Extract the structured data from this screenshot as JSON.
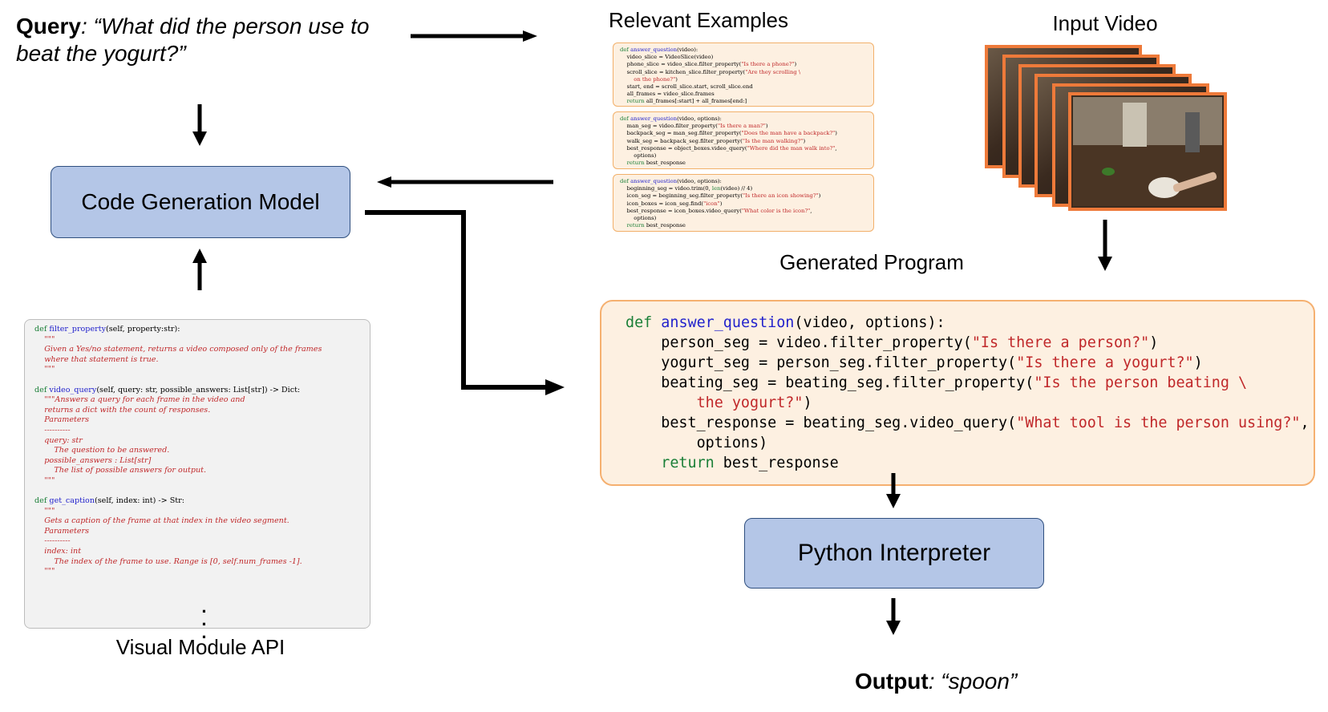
{
  "query": {
    "label": "Query",
    "text": ": “What did the person use to beat the yogurt?”"
  },
  "titles": {
    "relevant_examples": "Relevant Examples",
    "input_video": "Input Video",
    "generated_program": "Generated Program",
    "visual_module_api": "Visual Module API"
  },
  "boxes": {
    "code_generation_model": "Code Generation Model",
    "python_interpreter": "Python Interpreter"
  },
  "output": {
    "label": "Output",
    "value": ": “spoon”"
  },
  "api_code": [
    [
      [
        "kw",
        "def "
      ],
      [
        "fn",
        "filter_property"
      ],
      [
        "",
        "(self, property:str):"
      ]
    ],
    [
      [
        "doc",
        "    \"\"\""
      ]
    ],
    [
      [
        "doc",
        "    Given a Yes/no statement, returns a video composed only of the frames"
      ]
    ],
    [
      [
        "doc",
        "    where that statement is true."
      ]
    ],
    [
      [
        "doc",
        "    \"\"\""
      ]
    ],
    [
      [
        "",
        ""
      ]
    ],
    [
      [
        "kw",
        "def "
      ],
      [
        "fn",
        "video_query"
      ],
      [
        "",
        "(self, query: str, possible_answers: List[str]) -> Dict:"
      ]
    ],
    [
      [
        "doc",
        "    \"\"\"Answers a query for each frame in the video and"
      ]
    ],
    [
      [
        "doc",
        "    returns a dict with the count of responses."
      ]
    ],
    [
      [
        "doc",
        "    Parameters"
      ]
    ],
    [
      [
        "doc",
        "    ----------"
      ]
    ],
    [
      [
        "doc",
        "    query: str"
      ]
    ],
    [
      [
        "doc",
        "        The question to be answered."
      ]
    ],
    [
      [
        "doc",
        "    possible_answers : List[str]"
      ]
    ],
    [
      [
        "doc",
        "        The list of possible answers for output."
      ]
    ],
    [
      [
        "doc",
        "    \"\"\""
      ]
    ],
    [
      [
        "",
        ""
      ]
    ],
    [
      [
        "kw",
        "def "
      ],
      [
        "fn",
        "get_caption"
      ],
      [
        "",
        "(self, index: int) -> Str:"
      ]
    ],
    [
      [
        "doc",
        "    \"\"\""
      ]
    ],
    [
      [
        "doc",
        "    Gets a caption of the frame at that index in the video segment."
      ]
    ],
    [
      [
        "doc",
        "    Parameters"
      ]
    ],
    [
      [
        "doc",
        "    ----------"
      ]
    ],
    [
      [
        "doc",
        "    index: int"
      ]
    ],
    [
      [
        "doc",
        "        The index of the frame to use. Range is [0, self.num_frames -1]."
      ]
    ],
    [
      [
        "doc",
        "    \"\"\""
      ]
    ]
  ],
  "examples": [
    [
      [
        [
          "kw",
          "def "
        ],
        [
          "fn",
          "answer_question"
        ],
        [
          "",
          "(video):"
        ]
      ],
      [
        [
          "",
          "    video_slice = VideoSlice(video)"
        ]
      ],
      [
        [
          "",
          "    phone_slice = video_slice.filter_property("
        ],
        [
          "str",
          "\"Is there a phone?\""
        ],
        [
          "",
          ")"
        ]
      ],
      [
        [
          "",
          "    scroll_slice = kitchen_slice.filter_property("
        ],
        [
          "str",
          "\"Are they scrolling \\"
        ]
      ],
      [
        [
          "str",
          "        on the phone?\""
        ],
        [
          "",
          ")"
        ]
      ],
      [
        [
          "",
          "    start, end = scroll_slice.start, scroll_slice.end"
        ]
      ],
      [
        [
          "",
          "    all_frames = video_slice.frames"
        ]
      ],
      [
        [
          "kw",
          "    return "
        ],
        [
          "",
          "all_frames[:start] + all_frames[end:]"
        ]
      ]
    ],
    [
      [
        [
          "kw",
          "def "
        ],
        [
          "fn",
          "answer_question"
        ],
        [
          "",
          "(video, options):"
        ]
      ],
      [
        [
          "",
          "    man_seg = video.filter_property("
        ],
        [
          "str",
          "\"Is there a man?\""
        ],
        [
          "",
          ")"
        ]
      ],
      [
        [
          "",
          "    backpack_seg = man_seg.filter_property("
        ],
        [
          "str",
          "\"Does the man have a backpack?\""
        ],
        [
          "",
          ")"
        ]
      ],
      [
        [
          "",
          "    walk_seg = backpack_seg.filter_property("
        ],
        [
          "str",
          "\"Is the man walking?\""
        ],
        [
          "",
          ")"
        ]
      ],
      [
        [
          "",
          "    best_response = object_boxes.video_query("
        ],
        [
          "str",
          "\"Where did the man walk into?\""
        ],
        [
          "",
          ","
        ]
      ],
      [
        [
          "",
          "        options)"
        ]
      ],
      [
        [
          "kw",
          "    return "
        ],
        [
          "",
          "best_response"
        ]
      ]
    ],
    [
      [
        [
          "kw",
          "def "
        ],
        [
          "fn",
          "answer_question"
        ],
        [
          "",
          "(video, options):"
        ]
      ],
      [
        [
          "",
          "    beginning_seg = video.trim(0, "
        ],
        [
          "kw",
          "len"
        ],
        [
          "",
          "(video) // 4)"
        ]
      ],
      [
        [
          "",
          "    icon_seg = beginning_seg.filter_property("
        ],
        [
          "str",
          "\"Is there an icon showing?\""
        ],
        [
          "",
          ")"
        ]
      ],
      [
        [
          "",
          "    icon_boxes = icon_seg.find("
        ],
        [
          "str",
          "\"icon\""
        ],
        [
          "",
          ")"
        ]
      ],
      [
        [
          "",
          "    best_response = icon_boxes.video_query("
        ],
        [
          "str",
          "\"What color is the icon?\""
        ],
        [
          "",
          ","
        ]
      ],
      [
        [
          "",
          "        options)"
        ]
      ],
      [
        [
          "kw",
          "    return "
        ],
        [
          "",
          "best_response"
        ]
      ]
    ]
  ],
  "generated_program": [
    [
      [
        "kw",
        "def "
      ],
      [
        "fn",
        "answer_question"
      ],
      [
        "",
        "(video, options):"
      ]
    ],
    [
      [
        "",
        "    person_seg = video.filter_property("
      ],
      [
        "str",
        "\"Is there a person?\""
      ],
      [
        "",
        ")"
      ]
    ],
    [
      [
        "",
        "    yogurt_seg = person_seg.filter_property("
      ],
      [
        "str",
        "\"Is there a yogurt?\""
      ],
      [
        "",
        ")"
      ]
    ],
    [
      [
        "",
        "    beating_seg = beating_seg.filter_property("
      ],
      [
        "str",
        "\"Is the person beating \\"
      ]
    ],
    [
      [
        "str",
        "        the yogurt?\""
      ],
      [
        "",
        ")"
      ]
    ],
    [
      [
        "",
        "    best_response = beating_seg.video_query("
      ],
      [
        "str",
        "\"What tool is the person using?\""
      ],
      [
        "",
        ","
      ]
    ],
    [
      [
        "",
        "        options)"
      ]
    ],
    [
      [
        "kw",
        "    return "
      ],
      [
        "",
        "best_response"
      ]
    ]
  ],
  "colors": {
    "blue_box": "#b4c6e7",
    "orange_border": "#f5b070",
    "code_keyword": "#1a7f37",
    "code_function": "#2222cc",
    "code_string": "#c0282a"
  }
}
